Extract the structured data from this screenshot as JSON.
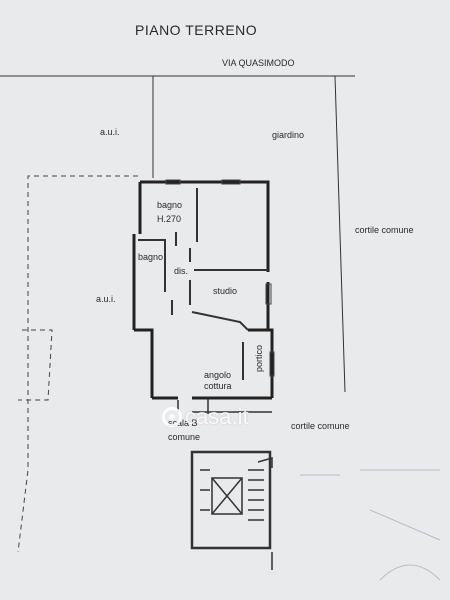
{
  "title": "PIANO TERRENO",
  "street": "VIA QUASIMODO",
  "areas": {
    "aui_top": "a.u.i.",
    "aui_left": "a.u.i.",
    "garden": "giardino",
    "courtyard_right": "cortile comune",
    "courtyard_bottom": "cortile comune"
  },
  "rooms": {
    "bagno_main": "bagno",
    "bagno_height": "H.270",
    "bagno_small": "bagno",
    "disimpegno": "dis.",
    "studio": "studio",
    "portico": "portico",
    "kitchen_line1": "angolo",
    "kitchen_line2": "cottura",
    "stair_line1": "scala B",
    "stair_line2": "comune"
  },
  "watermark": "casa.it",
  "colors": {
    "paper": "#e9eaec",
    "line": "#333333"
  }
}
